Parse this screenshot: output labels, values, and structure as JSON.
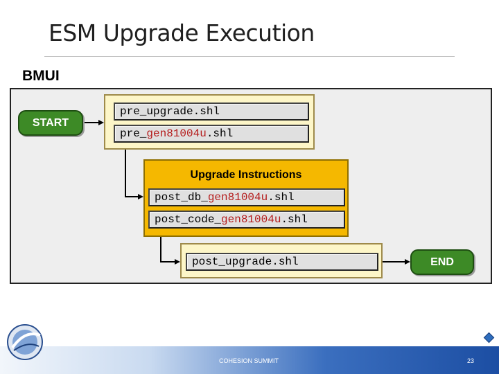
{
  "slide": {
    "title": "ESM Upgrade Execution",
    "section_label": "BMUI"
  },
  "flow": {
    "start_label": "START",
    "end_label": "END",
    "pre_group": {
      "scripts": [
        {
          "prefix": "pre_upgrade.shl",
          "highlight": "",
          "suffix": ""
        },
        {
          "prefix": "pre_",
          "highlight": "gen81004u",
          "suffix": ".shl"
        }
      ]
    },
    "upgrade_group": {
      "heading": "Upgrade Instructions",
      "scripts": [
        {
          "prefix": "post_db_",
          "highlight": "gen81004u",
          "suffix": ".shl"
        },
        {
          "prefix": "post_code_",
          "highlight": "gen81004u",
          "suffix": ".shl"
        }
      ]
    },
    "post_group": {
      "scripts": [
        {
          "prefix": "post_upgrade.shl",
          "highlight": "",
          "suffix": ""
        }
      ]
    }
  },
  "footer": {
    "text": "COHESION SUMMIT",
    "page_number": "23"
  },
  "colors": {
    "start_end_fill": "#3d8a26",
    "upgrade_group_fill": "#f5b800",
    "group_fill": "#fdf6c8",
    "highlight_text": "#b51c1c"
  }
}
